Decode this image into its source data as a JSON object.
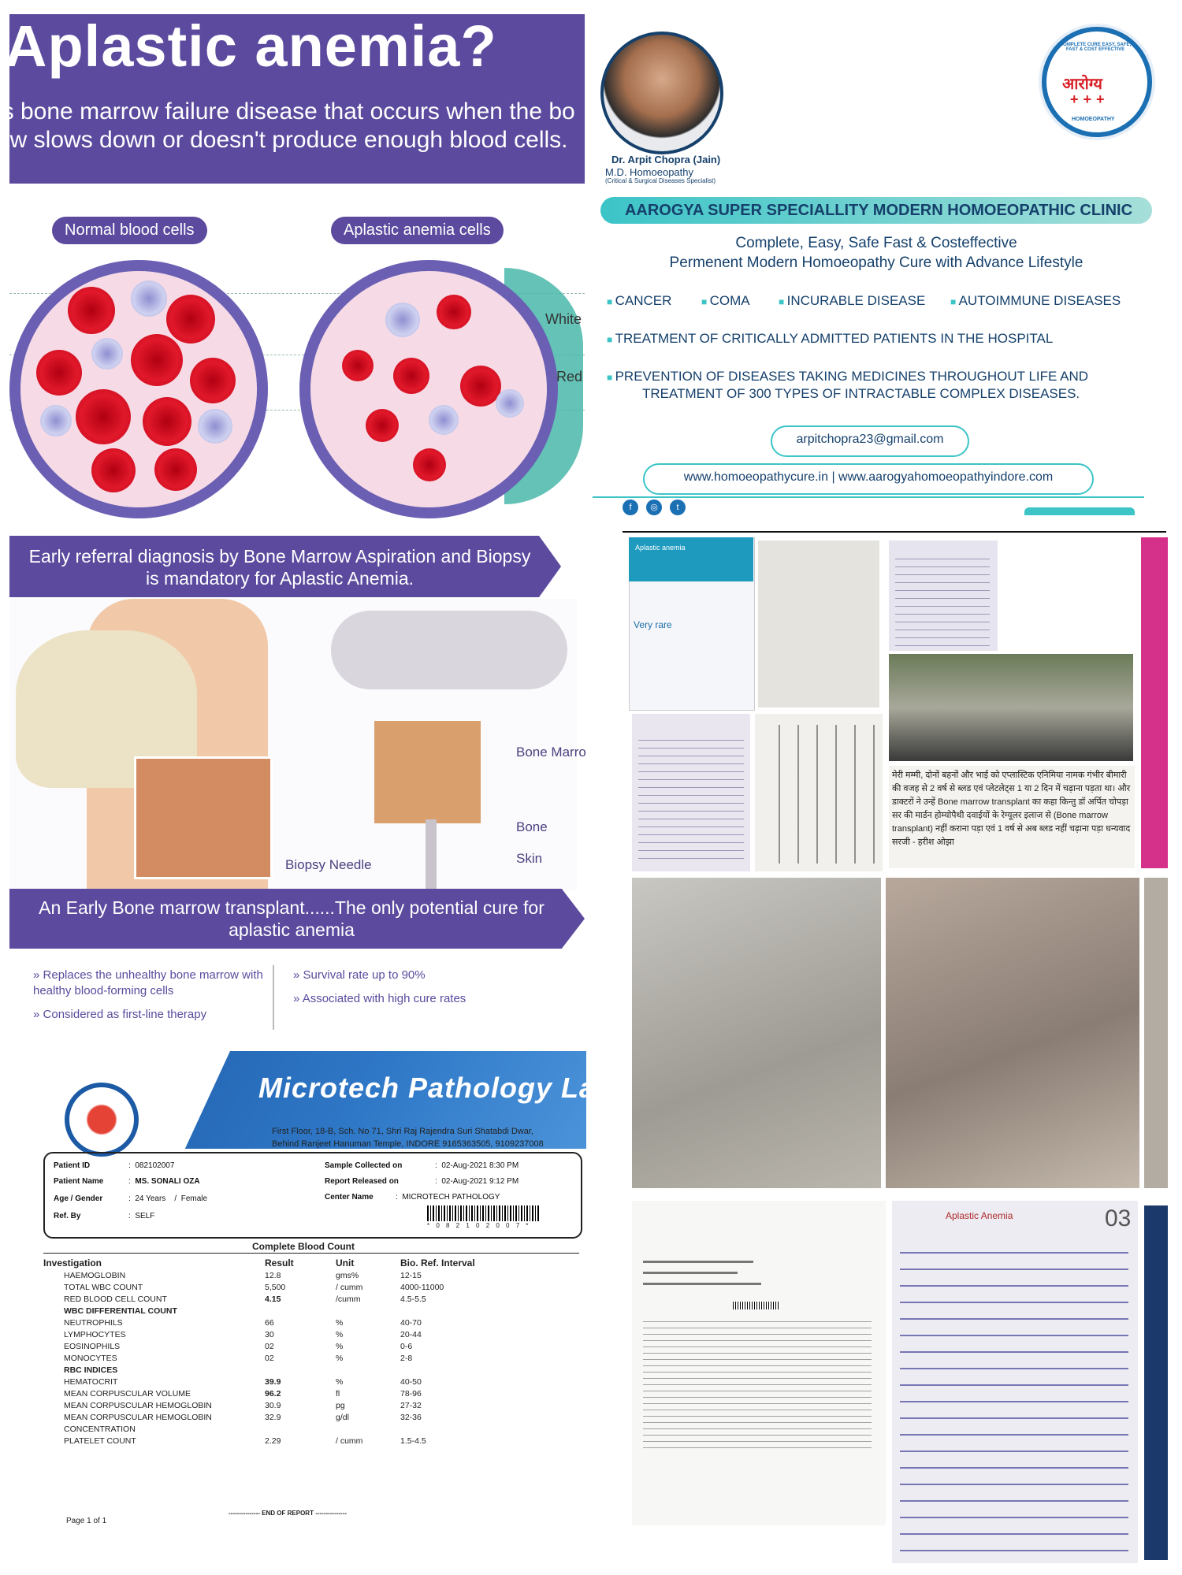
{
  "infographic": {
    "title": "Aplastic anemia?",
    "subtitle_line1": "is bone marrow failure disease that occurs when the bo",
    "subtitle_line2": "ow slows down or doesn't produce enough blood cells.",
    "pill_normal": "Normal blood cells",
    "pill_aplastic": "Aplastic anemia cells",
    "label_white": "White",
    "label_red": "Red",
    "banner_1": "Early referral diagnosis by Bone Marrow Aspiration and Biopsy is mandatory for Aplastic Anemia.",
    "label_bone_marrow": "Bone Marro",
    "label_bone": "Bone",
    "label_skin": "Skin",
    "label_biopsy_needle": "Biopsy Needle",
    "banner_2": "An Early Bone marrow transplant......The only potential cure for aplastic anemia",
    "bullets": [
      "Replaces the unhealthy bone marrow with healthy blood-forming cells",
      "Considered as first-line therapy",
      "Survival rate up to 90%",
      "Associated with high cure rates"
    ]
  },
  "clinic": {
    "doctor_name": "Dr. Arpit Chopra (Jain)",
    "doctor_degree": "M.D. Homoeopathy",
    "doctor_speciality": "(Critical & Surgical Diseases Specialist)",
    "logo_hindi": "आरोग्य",
    "logo_plus": "+++",
    "logo_ring": "COMPLETE CURE EASY, SAFE, FAST & COST EFFECTIVE",
    "logo_bottom": "HOMOEOPATHY",
    "name": "AAROGYA SUPER SPECIALLITY MODERN HOMOEOPATHIC CLINIC",
    "tagline_1": "Complete, Easy, Safe Fast & Costeffective",
    "tagline_2": "Permenent Modern Homoeopathy Cure with Advance Lifestyle",
    "services": [
      "CANCER",
      "COMA",
      "INCURABLE DISEASE",
      "AUTOIMMUNE DISEASES",
      "TREATMENT OF CRITICALLY ADMITTED PATIENTS IN THE HOSPITAL",
      "PREVENTION OF DISEASES TAKING MEDICINES THROUGHOUT LIFE AND",
      "TREATMENT OF 300 TYPES OF INTRACTABLE COMPLEX DISEASES."
    ],
    "email": "arpitchopra23@gmail.com",
    "websites": "www.homoeopathycure.in | www.aarogyahomoeopathyindore.com",
    "social": [
      "f",
      "◎",
      "t"
    ],
    "accent_color": "#3cc4c7",
    "brand_color": "#15406b"
  },
  "lab": {
    "name": "Microtech Pathology Lab",
    "address_1": "First Floor, 18-B, Sch. No 71, Shri Raj Rajendra Suri Shatabdi Dwar,",
    "address_2": "Behind Ranjeet Hanuman Temple, INDORE 9165363505, 9109237008",
    "patient_id_label": "Patient ID",
    "patient_id": "082102007",
    "patient_name_label": "Patient Name",
    "patient_name": "MS. SONALI OZA",
    "age_gender_label": "Age / Gender",
    "age": "24  Years",
    "gender": "Female",
    "ref_by_label": "Ref. By",
    "ref_by": "SELF",
    "sample_collected_label": "Sample Collected on",
    "sample_collected": "02-Aug-2021   8:30 PM",
    "report_released_label": "Report  Released on",
    "report_released": "02-Aug-2021   9:12 PM",
    "center_name_label": "Center Name",
    "center_name": "MICROTECH PATHOLOGY",
    "barcode_number": "* 0 8 2 1 0 2 0 0 7 *",
    "report_title": "Complete Blood Count",
    "columns": [
      "Investigation",
      "Result",
      "Unit",
      "Bio. Ref. Interval"
    ],
    "rows": [
      {
        "name": "HAEMOGLOBIN",
        "result": "12.8",
        "unit": "gms%",
        "ref": "12-15"
      },
      {
        "name": "TOTAL WBC COUNT",
        "result": "5,500",
        "unit": "/ cumm",
        "ref": "4000-11000"
      },
      {
        "name": "RED BLOOD CELL COUNT",
        "result": "4.15",
        "unit": "/cumm",
        "ref": "4.5-5.5"
      }
    ],
    "section_wbc": "WBC DIFFERENTIAL COUNT",
    "wbc_rows": [
      {
        "name": "NEUTROPHILS",
        "result": "66",
        "unit": "%",
        "ref": "40-70"
      },
      {
        "name": "LYMPHOCYTES",
        "result": "30",
        "unit": "%",
        "ref": "20-44"
      },
      {
        "name": "EOSINOPHILS",
        "result": "02",
        "unit": "%",
        "ref": "0-6"
      },
      {
        "name": "MONOCYTES",
        "result": "02",
        "unit": "%",
        "ref": "2-8"
      }
    ],
    "section_rbc": "RBC INDICES",
    "rbc_rows": [
      {
        "name": "HEMATOCRIT",
        "result": "39.9",
        "unit": "%",
        "ref": "40-50"
      },
      {
        "name": "MEAN CORPUSCULAR VOLUME",
        "result": "96.2",
        "unit": "fl",
        "ref": "78-96"
      },
      {
        "name": "MEAN CORPUSCULAR HEMOGLOBIN",
        "result": "30.9",
        "unit": "pg",
        "ref": "27-32"
      },
      {
        "name": "MEAN CORPUSCULAR HEMOGLOBIN",
        "result": "32.9",
        "unit": "g/dl",
        "ref": "32-36"
      },
      {
        "name": "CONCENTRATION",
        "result": "",
        "unit": "",
        "ref": ""
      },
      {
        "name": "PLATELET COUNT",
        "result": "2.29",
        "unit": "/ cumm",
        "ref": "1.5-4.5"
      }
    ],
    "end_of_report": "--------------- END OF REPORT ---------------",
    "page": "Page 1 of 1"
  },
  "collage": {
    "phone_title": "Aplastic anemia",
    "phone_rare": "Very rare",
    "hindi_testimonial": "मेरी मम्मी, दोनों बहनों और भाई को एप्लास्टिक एनिमिया नामक गंभीर बीमारी की वजह से 2 वर्ष से ब्लड एवं प्लेटलेट्स 1 या 2 दिन में चढ़ाना पड़ता था। और डाक्टरों ने उन्हें Bone marrow transplant का कहा किन्तु डॉ अर्पित चोपड़ा सर की मार्डन होम्योपैथी दवाईयों के रेग्यूलर इलाज से (Bone marrow transplant) नहीं कराना पड़ा एवं 1 वर्ष से अब ब्लड नहीं चढ़ाना पड़ा धन्यवाद सरजी - हरीश ओझा",
    "diary_header": "Aplastic Anemia",
    "diary_number": "03"
  }
}
